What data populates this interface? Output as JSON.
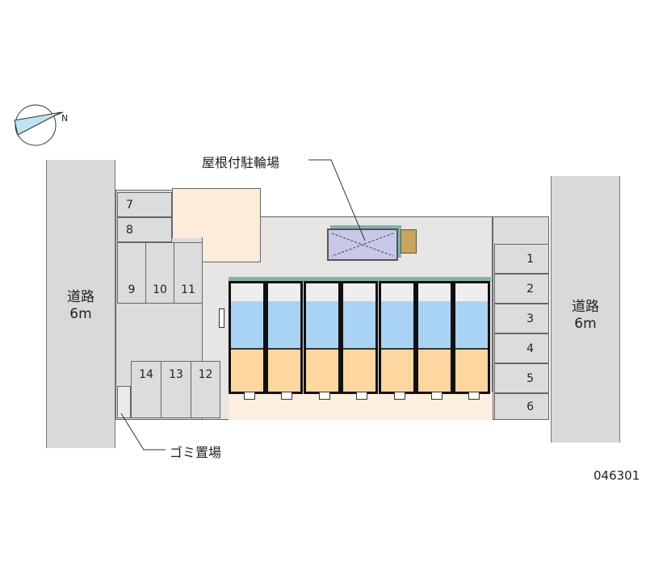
{
  "compass": {
    "north_label": "N"
  },
  "roads": {
    "left": {
      "name": "道路",
      "width": "6m"
    },
    "right": {
      "name": "道路",
      "width": "6m"
    }
  },
  "labels": {
    "bicycle_parking": "屋根付駐輪場",
    "garbage": "ゴミ置場"
  },
  "parking_left": [
    "7",
    "8",
    "9",
    "10",
    "11",
    "14",
    "13",
    "12"
  ],
  "parking_right": [
    "1",
    "2",
    "3",
    "4",
    "5",
    "6"
  ],
  "units_count": 7,
  "property_code": "046301",
  "colors": {
    "road": "#d9d9d9",
    "lot": "#e8e6e4",
    "unit_blue": "#a9d3f5",
    "unit_orange": "#fdd6a0",
    "adjacent": "#fcecd9"
  }
}
